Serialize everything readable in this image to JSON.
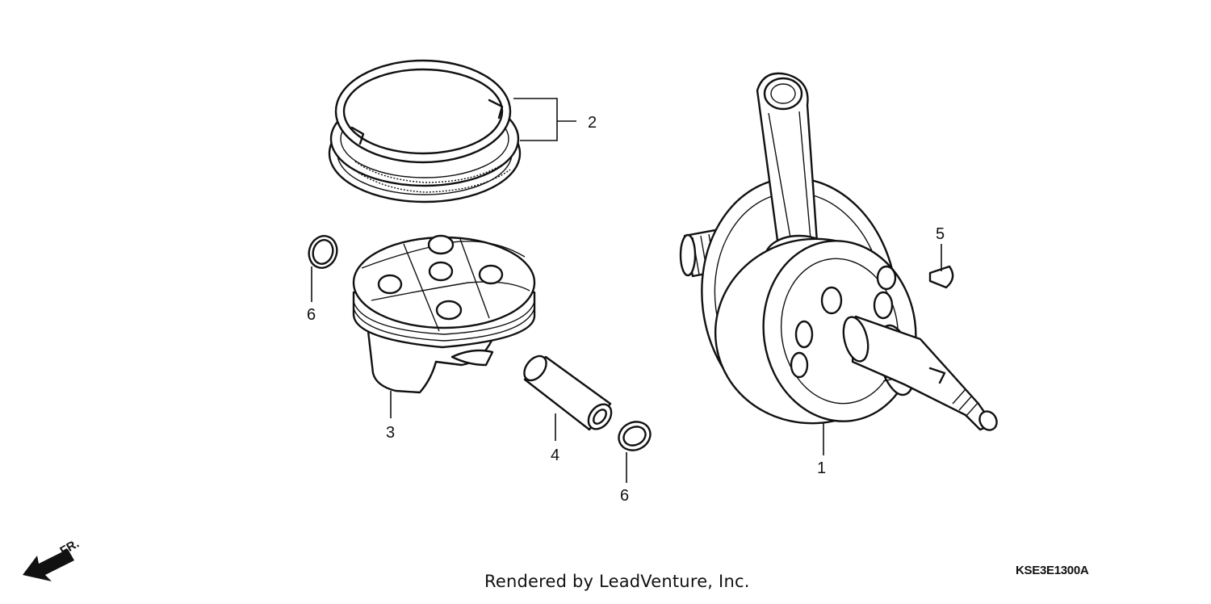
{
  "diagram": {
    "callouts": {
      "crankshaft": "1",
      "piston_rings": "2",
      "piston": "3",
      "piston_pin": "4",
      "woodruff_key": "5",
      "clip_left": "6",
      "clip_right": "6"
    },
    "direction_label": "FR.",
    "credit": "Rendered by LeadVenture, Inc.",
    "diagram_code": "KSE3E1300A"
  },
  "icons": {
    "front_arrow": "front-direction-arrow-icon"
  }
}
